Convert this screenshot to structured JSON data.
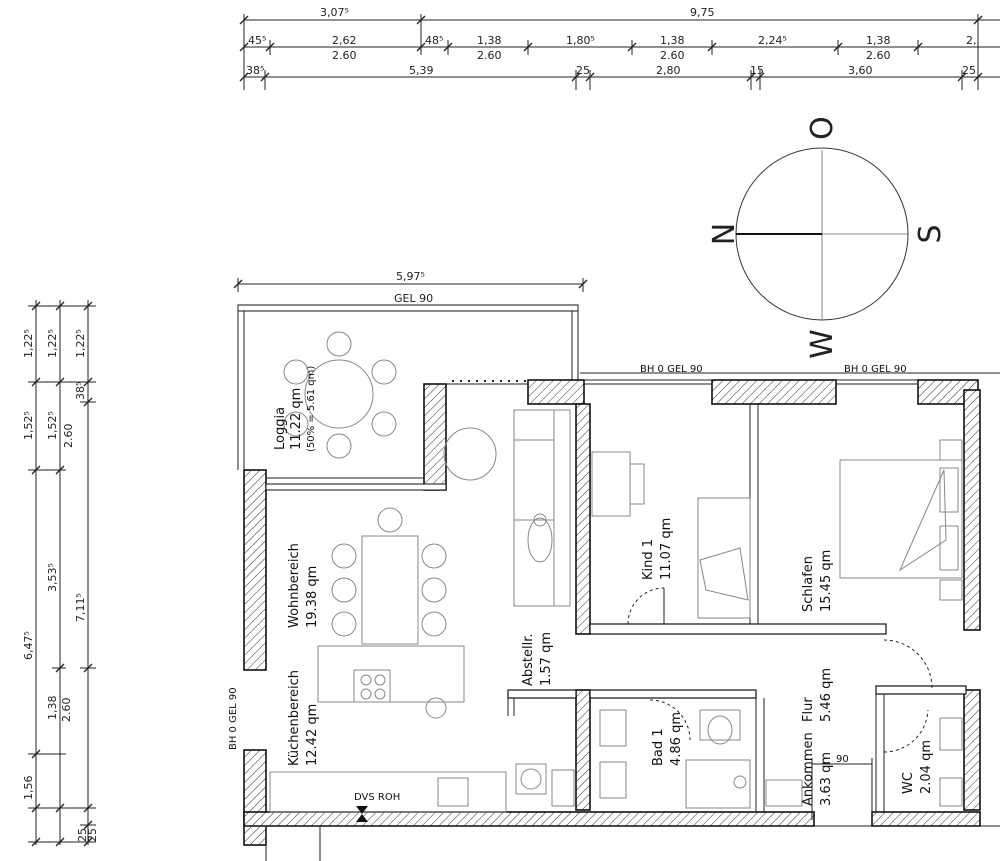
{
  "dims_top_row1": [
    "3,07⁵",
    "9,75"
  ],
  "dims_top_row2": [
    "45⁵",
    "2,62",
    "2.60",
    "48⁵",
    "1,38",
    "2.60",
    "1,80⁵",
    "1,38",
    "2.60",
    "2,24⁵",
    "1,38",
    "2.60",
    "2,"
  ],
  "dims_top_row3": [
    "38⁵",
    "5,39",
    "25",
    "2,80",
    "15",
    "3,60",
    "25"
  ],
  "dims_loggia": [
    "5,97⁵",
    "GEL 90"
  ],
  "dims_left_col1": [
    "1,22⁵",
    "1,52⁵",
    "6,47⁵",
    "1,56"
  ],
  "dims_left_col2": [
    "1,22⁵",
    "1,52⁵",
    "3,53⁵",
    "1,38",
    "2.60",
    "25"
  ],
  "dims_left_col3": [
    "1,22⁵",
    "38⁵",
    "2.60",
    "7,11⁵",
    "25"
  ],
  "compass": {
    "north": "N",
    "east": "O",
    "south": "S",
    "west": "W"
  },
  "labels": {
    "bh_gel_1": "BH 0  GEL 90",
    "bh_gel_2": "BH 0  GEL 90",
    "bh_gel_left": "BH 0  GEL 90",
    "dvs_roh": "DVS ROH",
    "door_90": "90"
  },
  "rooms": {
    "loggia": {
      "name": "Loggia",
      "area": "11.22  qm",
      "note": "(50% = 5.61 qm)"
    },
    "wohnbereich": {
      "name": "Wohnbereich",
      "area": "19.38  qm"
    },
    "kuechenbereich": {
      "name": "Küchenbereich",
      "area": "12.42  qm"
    },
    "abstellr": {
      "name": "Abstellr.",
      "area": "1.57    qm"
    },
    "kind1": {
      "name": "Kind 1",
      "area": "11.07   qm"
    },
    "schlafen": {
      "name": "Schlafen",
      "area": "15.45   qm"
    },
    "flur": {
      "name": "Flur",
      "area": "5.46   qm"
    },
    "bad1": {
      "name": "Bad 1",
      "area": "4.86   qm"
    },
    "ankommen": {
      "name": "Ankommen",
      "area": "3.63   qm"
    },
    "wc": {
      "name": "WC",
      "area": "2.04   qm"
    }
  }
}
